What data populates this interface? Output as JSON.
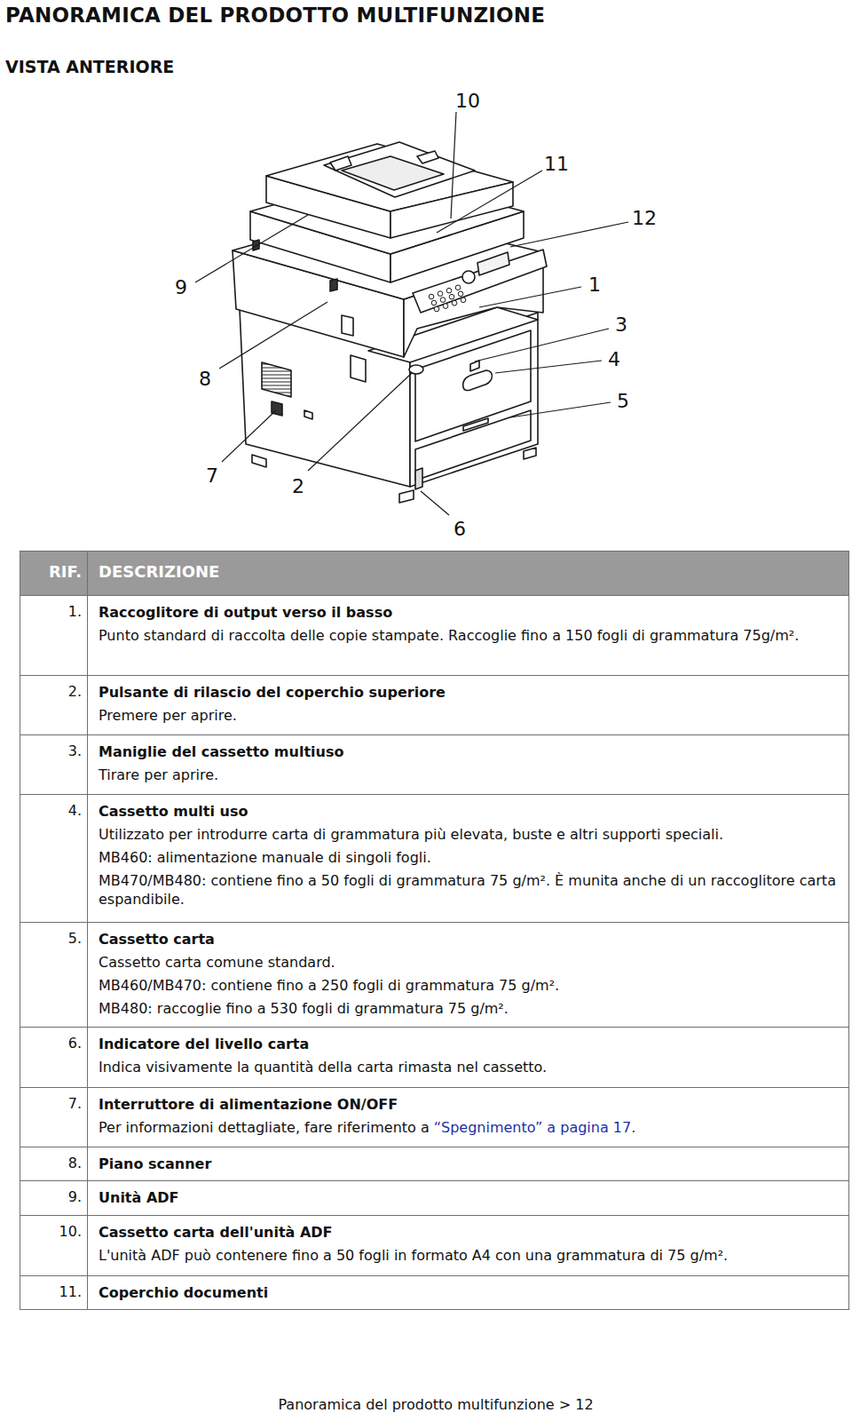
{
  "diagram": {
    "title": "PANORAMICA DEL PRODOTTO MULTIFUNZIONE",
    "labels": [
      "10",
      "11",
      "12",
      "9",
      "1",
      "3",
      "4",
      "5",
      "8",
      "7",
      "2",
      "6",
      "RIF.",
      "DESCRIZIONE",
      "1.",
      "Raccoglitore di output verso il basso",
      "Punto standard di raccolta delle copie stampate. Raccoglie fino a 150 fogli di grammatura 75g/m².",
      "2.",
      "Pulsante di rilascio del coperchio superiore",
      "Premere per aprire.",
      "3.",
      "Maniglie del cassetto multiuso",
      "Tirare per aprire.",
      "4.",
      "Cassetto multi uso",
      "Utilizzato per introdurre carta di grammatura più elevata, buste e altri supporti speciali.",
      "MB460: alimentazione manuale di singoli fogli.",
      "MB470/MB480: contiene fino a 50 fogli di grammatura 75 g/m². È munita anche di un raccoglitore carta espandibile.",
      "5.",
      "Cassetto carta",
      "Cassetto carta comune standard.",
      "MB460/MB470: contiene fino a 250 fogli di grammatura 75 g/m².",
      "MB480: raccoglie fino a 530 fogli di grammatura 75 g/m².",
      "6.",
      "Indicatore del livello carta",
      "Indica visivamente la quantità della carta rimasta nel cassetto.",
      "7.",
      "Interruttore di alimentazione ON/OFF",
      "Per informazioni dettagliate, fare riferimento a",
      "“Spegnimento” a pagina 17.",
      "8.",
      "Piano scanner",
      "9.",
      "Unità ADF",
      "10.",
      "Cassetto carta dell'unità ADF",
      "L'unità ADF può contenere fino a 50 fogli in formato A4 con una grammatura di 75 g/m².",
      "11.",
      "Coperchio documenti",
      "Panoramica del prodotto multifunzione > 12",
      "VISTA ANTERIORE"
    ]
  }
}
